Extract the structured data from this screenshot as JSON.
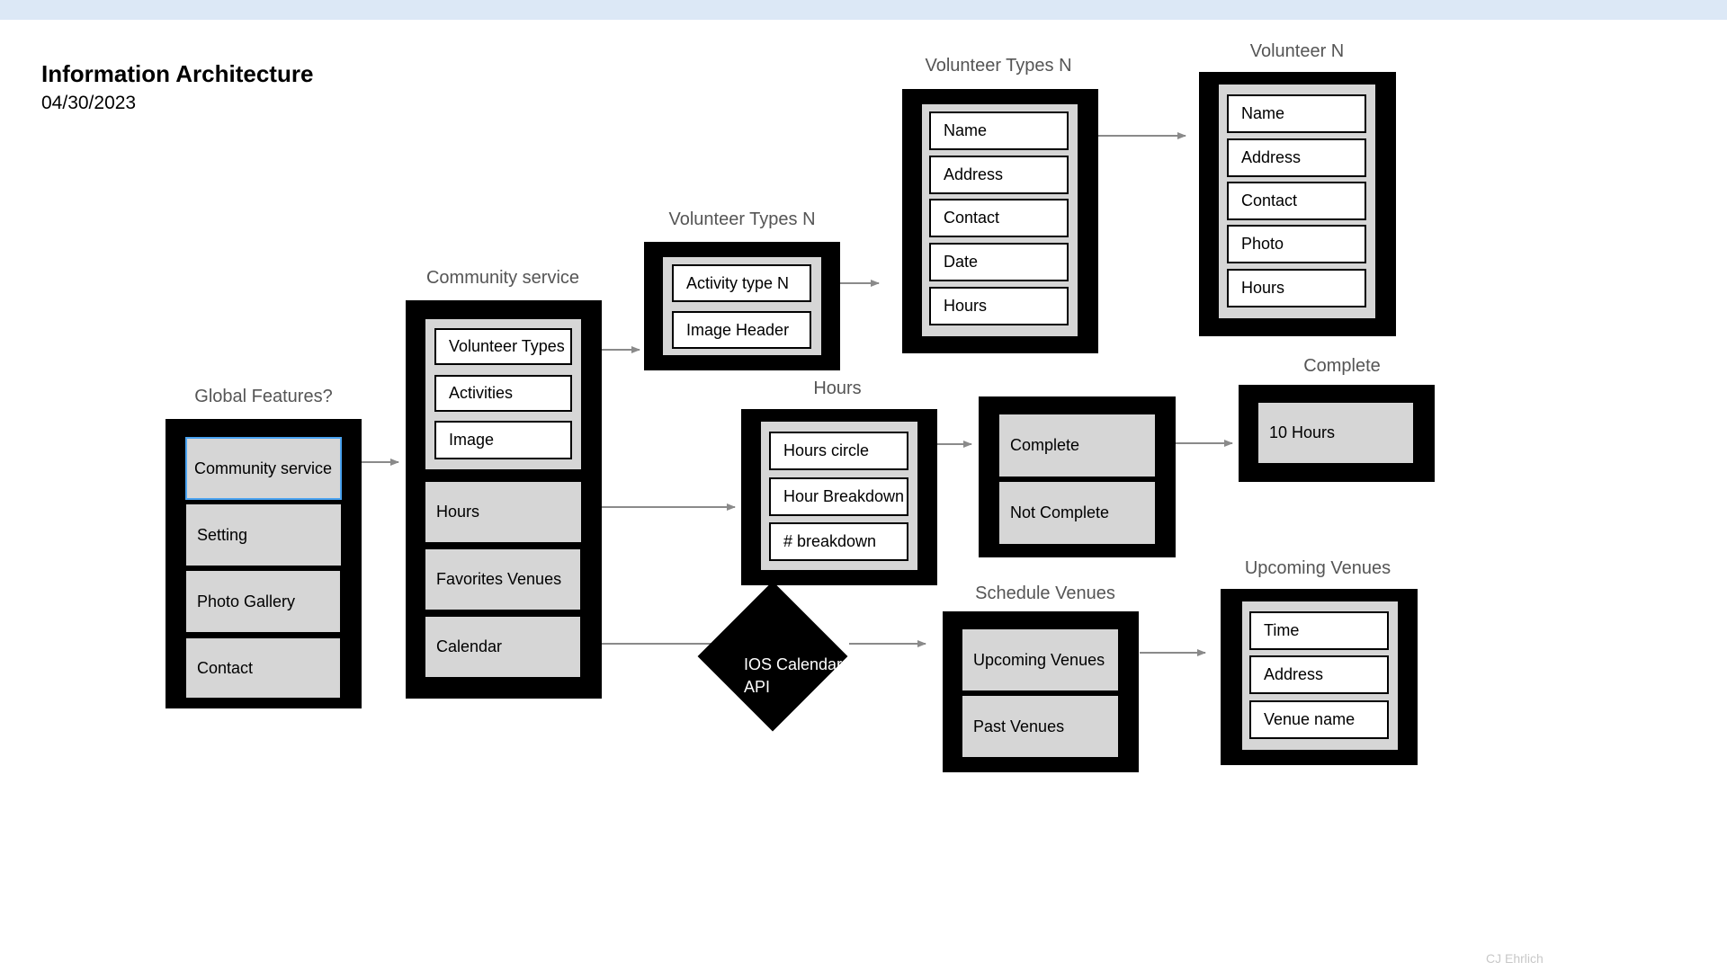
{
  "header": {
    "title": "Information Architecture",
    "date": "04/30/2023",
    "credit": "CJ Ehrlich"
  },
  "colors": {
    "box": "#000000",
    "panel": "#d6d6d6",
    "arrow": "#8a8a8a",
    "selection": "#4aa3f0",
    "topbar": "#dce8f6"
  },
  "groups": {
    "global": {
      "label": "Global Features?",
      "items": [
        "Community service",
        "Setting",
        "Photo Gallery",
        "Contact"
      ],
      "selected": "Community service"
    },
    "community": {
      "label": "Community service",
      "items": [
        "Volunteer Types",
        "Activities",
        "Image",
        "Hours",
        "Favorites Venues",
        "Calendar"
      ]
    },
    "volunteer_types_1": {
      "label": "Volunteer Types  N",
      "items": [
        "Activity type N",
        "Image Header"
      ]
    },
    "volunteer_types_2": {
      "label": "Volunteer Types  N",
      "items": [
        "Name",
        "Address",
        "Contact",
        "Date",
        "Hours"
      ]
    },
    "volunteer_n": {
      "label": "Volunteer N",
      "items": [
        "Name",
        "Address",
        "Contact",
        "Photo",
        "Hours"
      ]
    },
    "hours": {
      "label": "Hours",
      "items": [
        "Hours circle",
        "Hour Breakdown",
        "# breakdown"
      ]
    },
    "status": {
      "items": [
        "Complete",
        "Not Complete"
      ]
    },
    "complete": {
      "label": "Complete",
      "items": [
        "10 Hours"
      ]
    },
    "calendar_api": {
      "label": "IOS Calendar API"
    },
    "schedule": {
      "label": "Schedule Venues",
      "items": [
        "Upcoming Venues",
        "Past Venues"
      ]
    },
    "upcoming": {
      "label": "Upcoming Venues",
      "items": [
        "Time",
        "Address",
        "Venue name"
      ]
    }
  },
  "connections": [
    {
      "from": "Community service",
      "to": "Community service group"
    },
    {
      "from": "Volunteer Types",
      "to": "Volunteer Types  N"
    },
    {
      "from": "Activity type N",
      "to": "Volunteer Types  N"
    },
    {
      "from": "Volunteer Types  N",
      "to": "Volunteer N"
    },
    {
      "from": "Hours",
      "to": "Hours group"
    },
    {
      "from": "Hours circle",
      "to": "Complete / Not Complete"
    },
    {
      "from": "Complete",
      "to": "Complete group"
    },
    {
      "from": "Calendar",
      "to": "IOS Calendar API"
    },
    {
      "from": "IOS Calendar API",
      "to": "Schedule Venues"
    },
    {
      "from": "Schedule Venues",
      "to": "Upcoming Venues"
    }
  ]
}
